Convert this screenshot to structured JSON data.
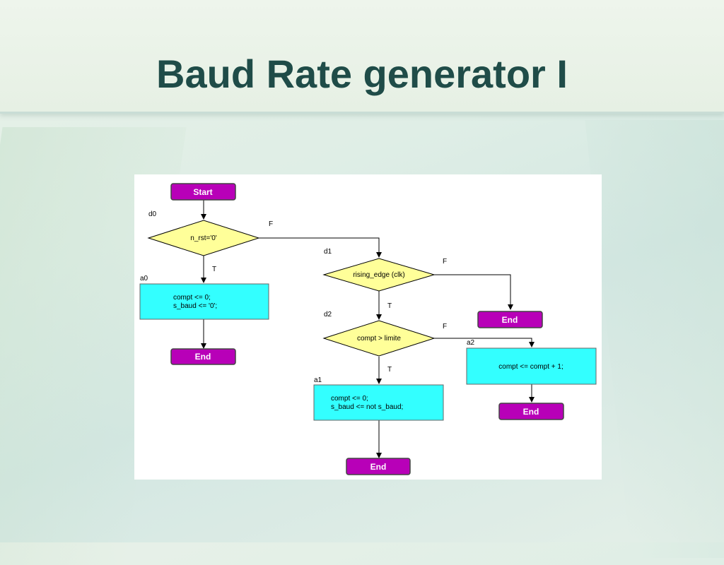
{
  "slide": {
    "title": "Baud Rate generator I"
  },
  "flowchart": {
    "start": {
      "label": "Start"
    },
    "decisions": {
      "d0": {
        "id": "d0",
        "condition": "n_rst='0'"
      },
      "d1": {
        "id": "d1",
        "condition": "rising_edge (clk)"
      },
      "d2": {
        "id": "d2",
        "condition": "compt > limite"
      }
    },
    "actions": {
      "a0": {
        "id": "a0",
        "line1": "compt <= 0;",
        "line2": "s_baud <= '0';"
      },
      "a1": {
        "id": "a1",
        "line1": "compt <= 0;",
        "line2": "s_baud <= not s_baud;"
      },
      "a2": {
        "id": "a2",
        "line1": "compt <= compt + 1;"
      }
    },
    "ends": {
      "label": "End"
    },
    "branches": {
      "true": "T",
      "false": "F"
    },
    "colors": {
      "terminal_fill": "#b800b8",
      "decision_fill": "#ffff99",
      "action_fill": "#33ffff",
      "line": "#000000"
    }
  }
}
